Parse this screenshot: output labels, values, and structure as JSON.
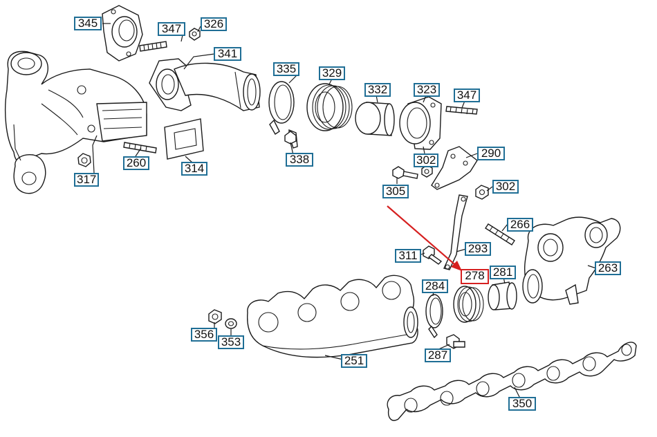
{
  "colors": {
    "callout_border": "#1f6e95",
    "highlight": "#d62020",
    "line": "#1a1a1a",
    "background": "#ffffff"
  },
  "diagram": {
    "highlighted_callout": "278",
    "callouts": [
      "345",
      "347",
      "326",
      "341",
      "335",
      "329",
      "332",
      "323",
      "347",
      "260",
      "314",
      "338",
      "302",
      "290",
      "317",
      "305",
      "302",
      "266",
      "311",
      "293",
      "278",
      "281",
      "263",
      "284",
      "356",
      "353",
      "251",
      "287",
      "350"
    ]
  }
}
